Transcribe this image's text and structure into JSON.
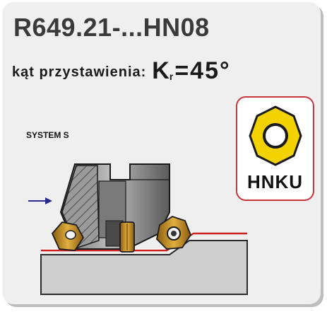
{
  "title": "R649.21-...HN08",
  "angle": {
    "label": "kąt przystawienia:",
    "symbol": "K",
    "subscript": "r",
    "value": "=45°"
  },
  "system_label": "SYSTEM S",
  "insert": {
    "name": "HNKU"
  },
  "colors": {
    "insert_yellow": "#f2d200",
    "insert_border": "#c8343a",
    "feed_arrow": "#2a2a8a",
    "cutting_line": "#cc2222",
    "tool_gray": "#8c8c8c",
    "insert_gold": "#c48a20"
  },
  "icons": [
    "feed-arrow-icon",
    "hexagonal-insert-icon"
  ]
}
